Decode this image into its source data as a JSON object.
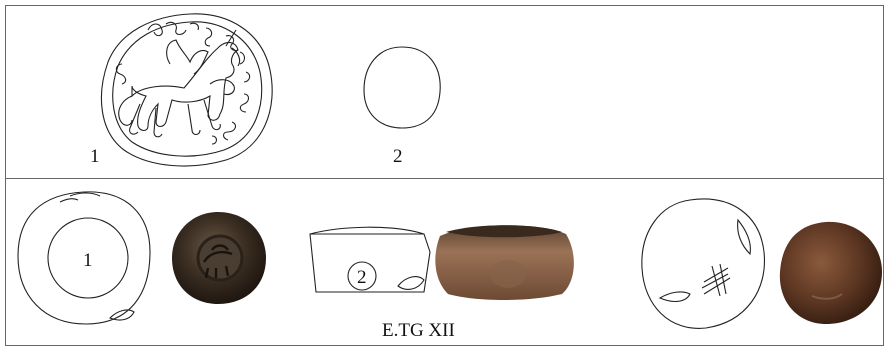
{
  "top_panel": {
    "label_1": "1",
    "label_2": "2"
  },
  "bottom_panel": {
    "label_1": "1",
    "label_2": "2",
    "caption": "E.TG XII"
  }
}
